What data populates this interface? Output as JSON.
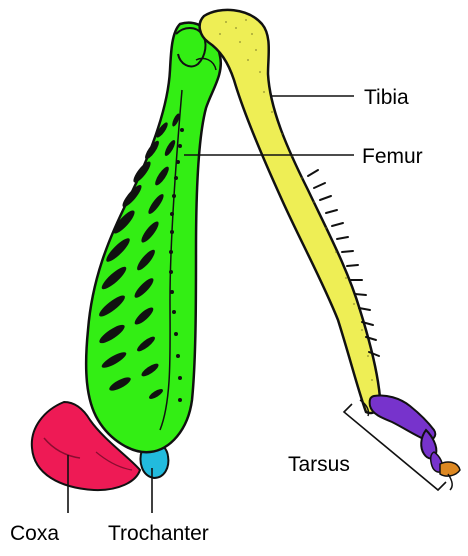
{
  "labels": {
    "tibia": "Tibia",
    "femur": "Femur",
    "tarsus": "Tarsus",
    "coxa": "Coxa",
    "trochanter": "Trochanter"
  },
  "colors": {
    "femur": "#33ee14",
    "tibia": "#eeee55",
    "coxa": "#ee1a55",
    "trochanter": "#22bbdd",
    "tarsus": "#7733cc",
    "claw": "#dd8822",
    "outline": "#111111",
    "label": "#000000"
  }
}
